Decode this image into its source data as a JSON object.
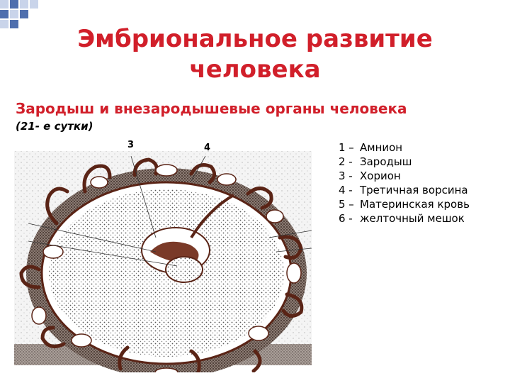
{
  "slide": {
    "title": "Эмбриональное развитие человека",
    "subtitle": "Зародыш и внезародышевые органы человека",
    "day_note": "(21- е сутки)"
  },
  "figure": {
    "labels": [
      "3",
      "4"
    ]
  },
  "legend": [
    {
      "num": "1 –",
      "text": "Амнион"
    },
    {
      "num": "2 -",
      "text": "Зародыш"
    },
    {
      "num": "3 -",
      "text": "Хорион"
    },
    {
      "num": "4 -",
      "text": "Третичная ворсина"
    },
    {
      "num": "5 –",
      "text": "Материнская кровь"
    },
    {
      "num": "6 -",
      "text": "желточный мешок"
    }
  ],
  "colors": {
    "title": "#d11f2a",
    "accent_square_dark": "#4f6fae",
    "accent_square_light": "#c9d4ea",
    "tissue": "#5a2416"
  }
}
